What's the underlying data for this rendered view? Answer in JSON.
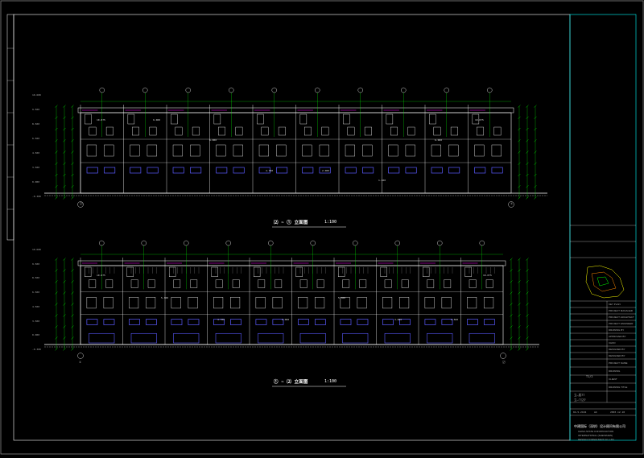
{
  "drawing": {
    "elevation_top_title": "⑵ ~ ① 立面图",
    "elevation_top_scale": "1:100",
    "elevation_bottom_title": "① ~ ⑵ 立面图",
    "elevation_bottom_scale": "1:100",
    "top_axis_left": "⑵",
    "top_axis_right": "①",
    "bottom_axis_left": "①",
    "bottom_axis_right": "⑵",
    "levels_top": [
      "10.600",
      "9.500",
      "8.500",
      "6.500",
      "4.500",
      "3.500",
      "0.000",
      "-0.300"
    ],
    "levels_bottom": [
      "10.600",
      "9.500",
      "8.500",
      "6.500",
      "4.500",
      "3.500",
      "0.000",
      "-0.300"
    ],
    "sample_dims": [
      "10.075",
      "9.000",
      "6.000",
      "4.700",
      "2.000",
      "1.400",
      "5.300",
      "3.000",
      "2.500"
    ]
  },
  "title_block": {
    "company_cn": "中建国际（深圳）设计顾问有限公司",
    "company_en_1": "CHINA STATE CONSTRUCTION",
    "company_en_2": "INTERNATIONAL (SHENZHEN)",
    "company_en_3": "DESIGN CONSULTANT CO. LTD",
    "sheet_no": "04-5-2104",
    "date": "2003.12.18",
    "rows": [
      "KEY PLAN",
      "PROJECT MANAGER",
      "PROJECT ARCHITECT",
      "PROJECT ENGINEER",
      "DRAWING BY",
      "APPROVED BY",
      "CHKD",
      "DESIGNED BY",
      "DESIGNED BY",
      "PROJECT NAME",
      "DRAWING",
      "CLIENT",
      "DRAWING TITLE"
    ],
    "project_code": "T1/2",
    "drawing_code_1": "立—层77",
    "drawing_code_2": "立—①⑵?",
    "revision": "A4"
  },
  "colors": {
    "background": "#000000",
    "lines": "#ffffff",
    "dims": "#00ff00",
    "accent": "#ff00ff",
    "windows": "#5b5bff",
    "frame": "#00ffff"
  }
}
